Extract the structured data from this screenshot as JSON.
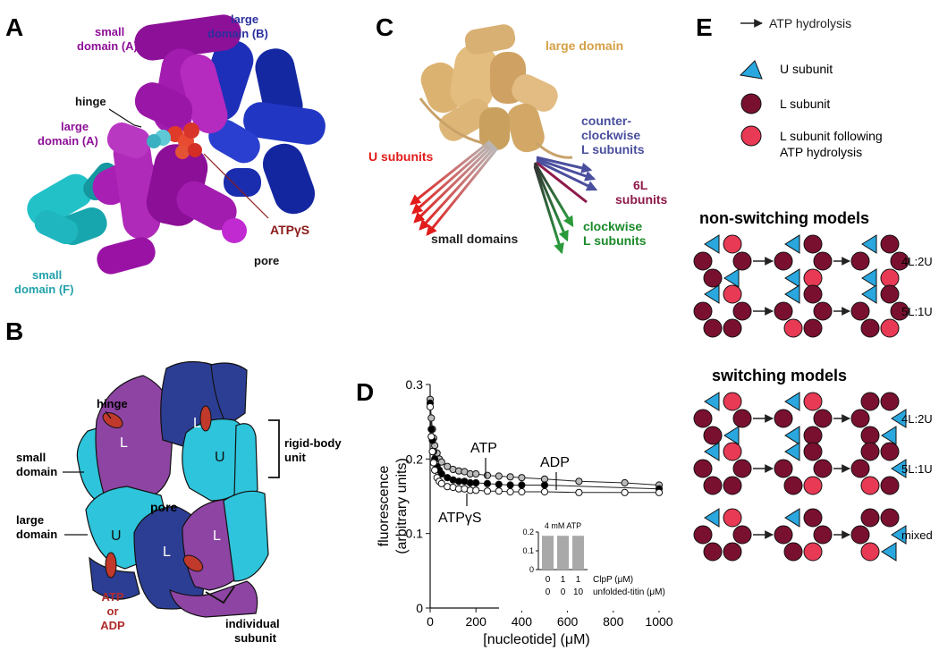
{
  "panel_letters": {
    "a": "A",
    "b": "B",
    "c": "C",
    "d": "D",
    "e": "E"
  },
  "panel_a": {
    "small_domain_a": [
      "small",
      "domain (A)"
    ],
    "large_domain_b": [
      "large",
      "domain (B)"
    ],
    "hinge": "hinge",
    "large_domain_a": [
      "large",
      "domain (A)"
    ],
    "atpgs": "ATPγS",
    "small_domain_f": [
      "small",
      "domain (F)"
    ],
    "pore": "pore",
    "colors": {
      "magenta": "#a21caf",
      "blue": "#1d2fb8",
      "cyan": "#22c1c8",
      "atp": "#e03a2a"
    }
  },
  "panel_b": {
    "hinge": "hinge",
    "small_domain": [
      "small",
      "domain"
    ],
    "large_domain": [
      "large",
      "domain"
    ],
    "pore": "pore",
    "rigid_body": [
      "rigid-body",
      "unit"
    ],
    "individual": [
      "individual",
      "subunit"
    ],
    "atp_or_adp": [
      "ATP",
      "or",
      "ADP"
    ],
    "L": "L",
    "U": "U",
    "colors": {
      "purple": "#8e44a3",
      "darkblue": "#2c3e94",
      "cyan": "#2ec4db",
      "red": "#c0392b"
    }
  },
  "panel_c": {
    "large_domain": "large domain",
    "u_subunits": "U subunits",
    "ccw": [
      "counter-",
      "clockwise",
      "L subunits"
    ],
    "six_l": [
      "6L",
      "subunits"
    ],
    "cw": [
      "clockwise",
      "L subunits"
    ],
    "small_domains": "small domains",
    "colors": {
      "tan": "#dcb270",
      "red": "#e21b1b",
      "slate": "#4a4f9e",
      "green": "#1a8a2a",
      "maroon": "#8e1a4a"
    }
  },
  "chart_data": {
    "type": "scatter",
    "xlabel": "[nucleotide] (μM)",
    "ylabel": [
      "fluorescence",
      "(arbitrary units)"
    ],
    "xlim": [
      0,
      1000
    ],
    "ylim": [
      0,
      0.3
    ],
    "xticks": [
      "0",
      "200",
      "400",
      "600",
      "800",
      "1000"
    ],
    "yticks": [
      "0",
      "0.1",
      "0.2",
      "0.3"
    ],
    "annotations": {
      "atp": "ATP",
      "adp": "ADP",
      "atpgs": "ATPγS"
    },
    "series": [
      {
        "name": "ATP",
        "fill": "#bbbbbb",
        "x": [
          0,
          5,
          10,
          15,
          20,
          30,
          40,
          50,
          75,
          100,
          125,
          150,
          175,
          200,
          250,
          300,
          350,
          400,
          500,
          650,
          850,
          1000
        ],
        "y": [
          0.28,
          0.255,
          0.24,
          0.228,
          0.218,
          0.208,
          0.2,
          0.196,
          0.19,
          0.186,
          0.184,
          0.183,
          0.18,
          0.18,
          0.178,
          0.177,
          0.176,
          0.175,
          0.173,
          0.17,
          0.168,
          0.165
        ]
      },
      {
        "name": "ADP",
        "fill": "#000000",
        "x": [
          0,
          5,
          10,
          15,
          20,
          30,
          40,
          50,
          75,
          100,
          125,
          150,
          175,
          200,
          250,
          300,
          350,
          400,
          500,
          1000
        ],
        "y": [
          0.275,
          0.24,
          0.225,
          0.21,
          0.2,
          0.19,
          0.185,
          0.18,
          0.175,
          0.172,
          0.17,
          0.17,
          0.168,
          0.168,
          0.167,
          0.166,
          0.165,
          0.165,
          0.165,
          0.16
        ]
      },
      {
        "name": "ATPγS",
        "fill": "#ffffff",
        "x": [
          0,
          5,
          10,
          15,
          20,
          30,
          40,
          50,
          75,
          100,
          125,
          150,
          175,
          200,
          250,
          300,
          350,
          400,
          500,
          650,
          850,
          1000
        ],
        "y": [
          0.27,
          0.23,
          0.21,
          0.195,
          0.185,
          0.175,
          0.17,
          0.167,
          0.163,
          0.162,
          0.16,
          0.16,
          0.158,
          0.158,
          0.157,
          0.157,
          0.156,
          0.156,
          0.156,
          0.155,
          0.155,
          0.155
        ]
      }
    ],
    "inset": {
      "title": "4 mM ATP",
      "ylim": [
        0,
        0.2
      ],
      "yticks": [
        "0",
        "0.1",
        "0.2"
      ],
      "values": [
        0.18,
        0.18,
        0.18
      ],
      "row1_label": "ClpP (μM)",
      "row1_values": [
        "0",
        "1",
        "1"
      ],
      "row2_label": "unfolded-titin (μM)",
      "row2_values": [
        "0",
        "0",
        "10"
      ]
    }
  },
  "panel_e": {
    "arrow_label": "ATP hydrolysis",
    "legend_u": "U subunit",
    "legend_l": "L subunit",
    "legend_lf": [
      "L subunit following",
      "ATP hydrolysis"
    ],
    "nonswitching_title": "non-switching models",
    "switching_title": "switching models",
    "rows": [
      "4L:2U",
      "5L:1U",
      "4L:2U",
      "5L:1U",
      "mixed"
    ],
    "colors": {
      "u": "#29a7de",
      "l": "#7a1030",
      "lf": "#e83a55"
    }
  }
}
